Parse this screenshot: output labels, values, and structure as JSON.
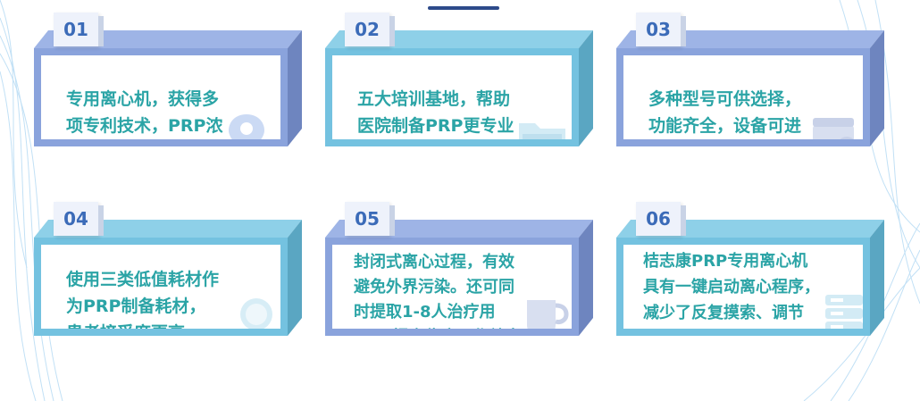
{
  "cards": [
    {
      "number": "01",
      "text": "专用离心机，获得多\n项专利技术，PRP浓\n度质量有保障",
      "icon": "location-pin-icon"
    },
    {
      "number": "02",
      "text": "五大培训基地，帮助\n医院制备PRP更专业",
      "icon": "folder-icon"
    },
    {
      "number": "03",
      "text": "多种型号可供选择，\n功能齐全，设备可进\n行自动消毒。",
      "icon": "gear-settings-icon"
    },
    {
      "number": "04",
      "text": "使用三类低值耗材作\n为PRP制备耗材，\n患者接受度更高",
      "icon": "lightbulb-icon"
    },
    {
      "number": "05",
      "text": "封闭式离心过程，有效\n避免外界污染。还可同\n时提取1-8人治疗用\nPRP,提高临床工作效率。",
      "icon": "cup-icon"
    },
    {
      "number": "06",
      "text": "桔志康PRP专用离心机\n具有一键启动离心程序，\n减少了反复摸索、调节\n离心参数的困扰",
      "icon": "server-icon"
    }
  ],
  "colors": {
    "accent_text": "#2ba4a6",
    "number_text": "#3b6bb8",
    "blue_frame": "#8aa3dc",
    "cyan_frame": "#74c2e0",
    "top_bar": "#2d4a8a"
  }
}
